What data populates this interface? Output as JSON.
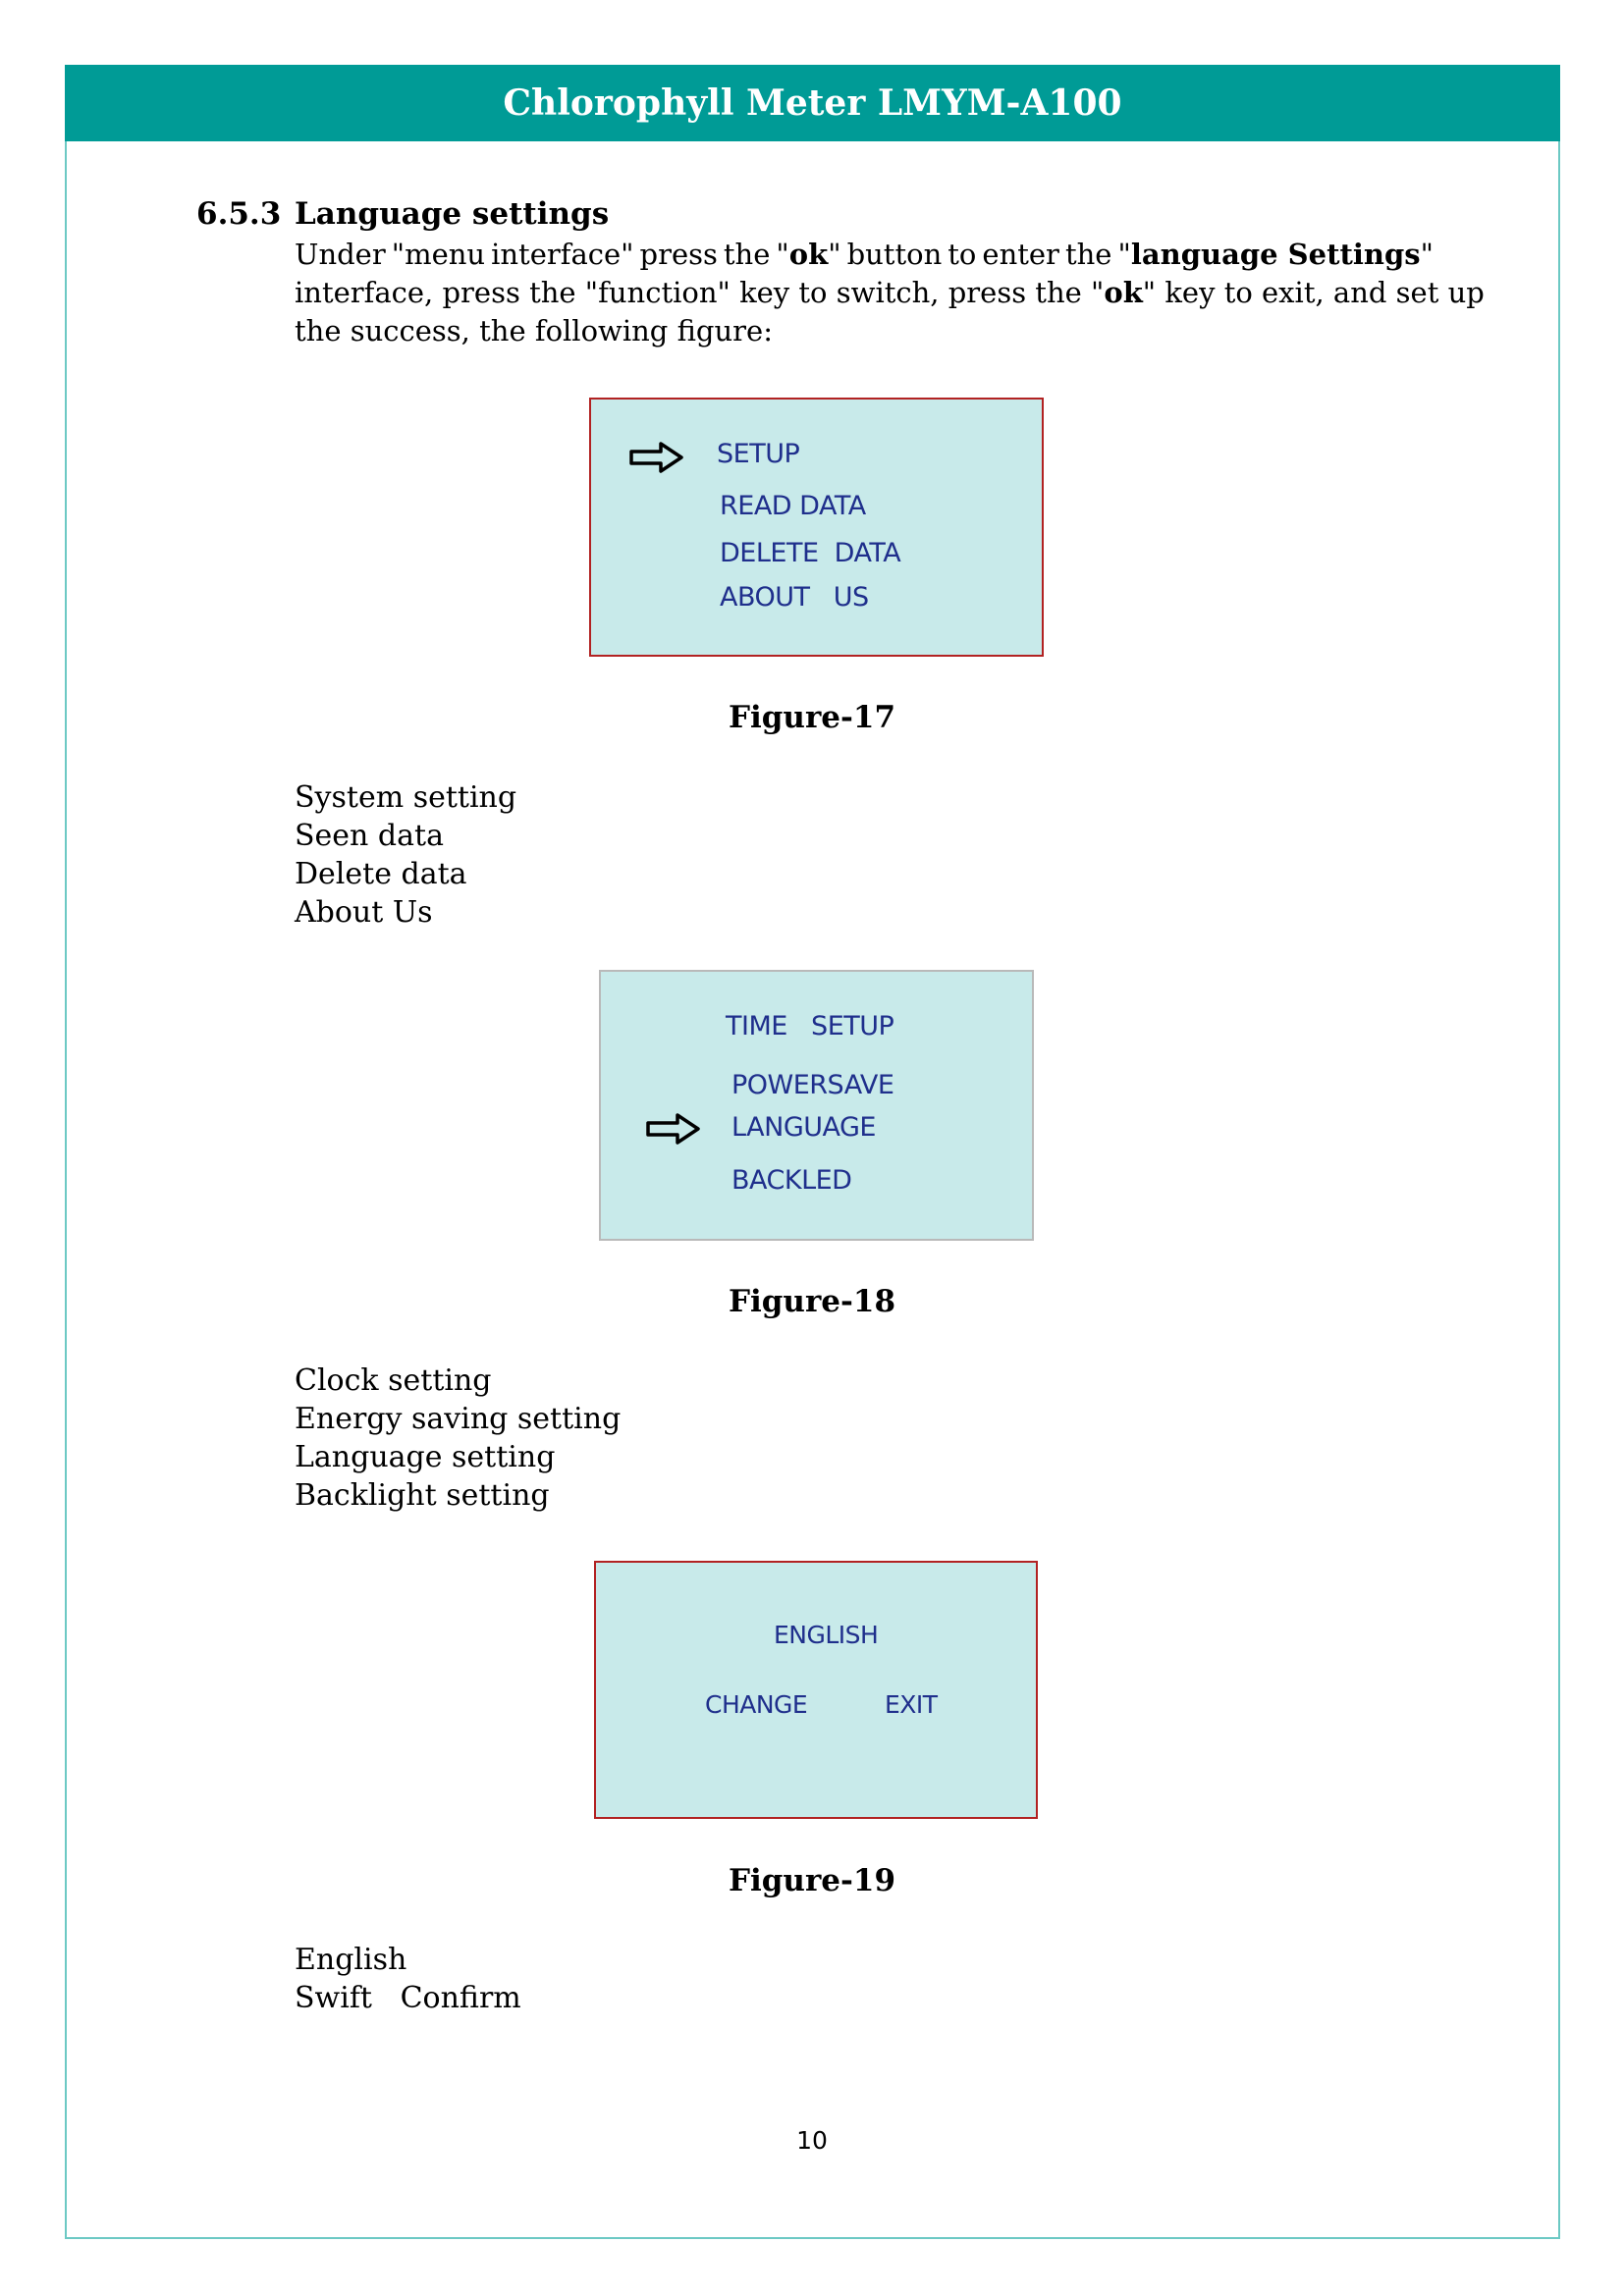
{
  "header": {
    "title": "Chlorophyll Meter LMYM-A100"
  },
  "section": {
    "number": "6.5.3",
    "title": "Language settings"
  },
  "intro": {
    "line1": [
      "Under",
      "\"menu",
      "interface\"",
      "press",
      "the",
      "\"",
      "ok",
      "\"",
      "button",
      "to",
      "enter",
      "the",
      "\"",
      "language Settings",
      "\""
    ],
    "line2_text": "interface, press the \"function\" key to switch, press the \"",
    "line2_bold": "ok",
    "line2_rest": "\" key to exit, and set up",
    "line3": "the success, the following figure:"
  },
  "figure17": {
    "caption": "Figure-17",
    "items": [
      "SETUP",
      "READ DATA",
      "DELETE  DATA",
      "ABOUT   US"
    ],
    "selected_index": 0,
    "descriptions": [
      "System setting",
      "Seen data",
      "Delete data",
      "About Us"
    ]
  },
  "figure18": {
    "caption": "Figure-18",
    "items": [
      "TIME   SETUP",
      "POWERSAVE",
      "LANGUAGE",
      "BACKLED"
    ],
    "selected_index": 2,
    "descriptions": [
      "Clock setting",
      "Energy saving setting",
      "Language setting",
      "Backlight setting"
    ]
  },
  "figure19": {
    "caption": "Figure-19",
    "language": "ENGLISH",
    "change_label": "CHANGE",
    "exit_label": "EXIT",
    "descriptions": [
      "English",
      "Swift   Confirm"
    ]
  },
  "footer": {
    "page_number": "10"
  },
  "colors": {
    "header": "#009b96",
    "frame": "#6cc9c4",
    "lcd_bg": "#c8eaea",
    "lcd_text": "#1f2f8c",
    "lcd_border_red": "#b22222"
  },
  "icons": {
    "selection_arrow": "right-arrow-icon"
  }
}
